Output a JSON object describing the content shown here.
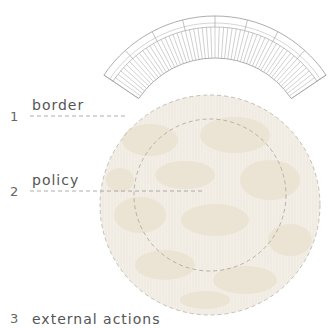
{
  "diagram": {
    "labels": [
      "1",
      "border",
      "2",
      "policy",
      "3",
      "external actions"
    ]
  }
}
